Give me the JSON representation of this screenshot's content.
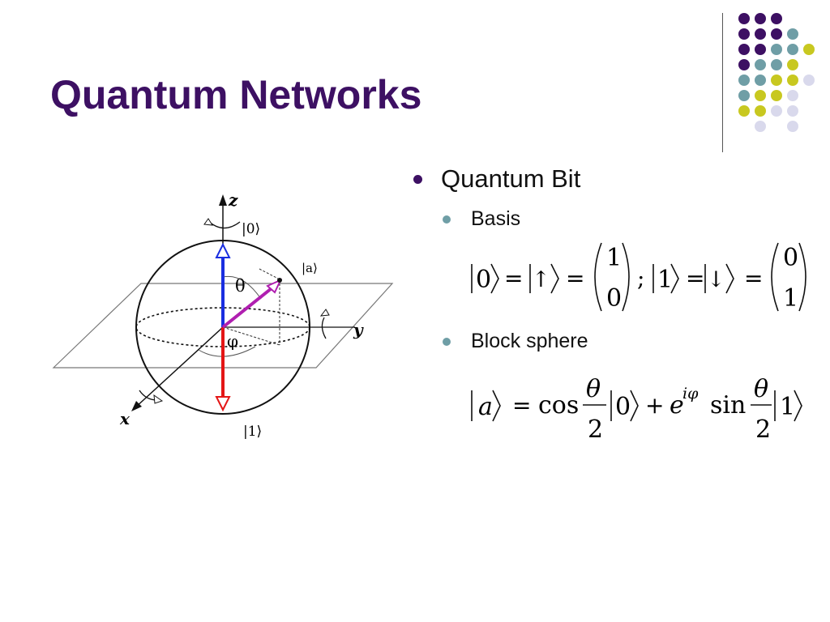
{
  "slide": {
    "title": "Quantum Networks"
  },
  "bullets": {
    "main": "Quantum Bit",
    "sub1": "Basis",
    "sub2": "Block sphere"
  },
  "figure": {
    "axis_z": "z",
    "axis_y": "y",
    "axis_x": "x",
    "ket_top": "|0⟩",
    "ket_bottom": "|1⟩",
    "ket_a": "|a⟩",
    "theta": "θ",
    "phi": "φ"
  },
  "equation_basis": {
    "ket0": "0",
    "up_arrow": "↑",
    "vec_0": [
      "1",
      "0"
    ],
    "separator": ";",
    "ket1": "1",
    "down_arrow": "↓",
    "vec_1": [
      "0",
      "1"
    ]
  },
  "equation_bloch": {
    "ket_a": "a",
    "cos": "cos",
    "theta": "θ",
    "two": "2",
    "ket0": "0",
    "plus": "+",
    "e": "e",
    "exponent": "iφ",
    "sin": "sin",
    "ket1": "1"
  },
  "theme": {
    "title_color": "#3d1063",
    "dot_colors": [
      "#3d1063",
      "#6f9ea6",
      "#c8c820",
      "#d9d9ec"
    ]
  }
}
